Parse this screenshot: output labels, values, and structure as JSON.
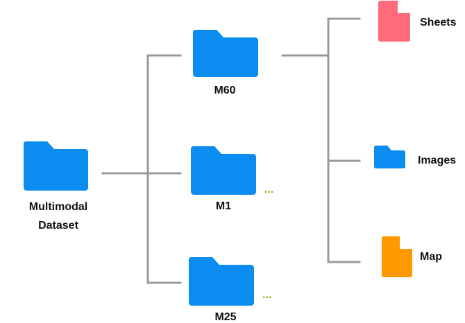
{
  "root": {
    "label_line1": "Multimodal",
    "label_line2": "Dataset",
    "icon": "folder-icon"
  },
  "folders": [
    {
      "label": "M60",
      "icon": "folder-icon",
      "expanded": true
    },
    {
      "label": "M1",
      "icon": "folder-icon",
      "ellipsis": "..."
    },
    {
      "label": "M25",
      "icon": "folder-icon",
      "ellipsis": "..."
    }
  ],
  "files": [
    {
      "label": "Sheets",
      "icon": "document-icon"
    },
    {
      "label": "Images",
      "icon": "folder-icon"
    },
    {
      "label": "Map",
      "icon": "document-icon"
    }
  ],
  "colors": {
    "folder": "#0a8cf0",
    "sheets": "#ff6b7a",
    "map": "#ff9900",
    "connector": "#9a9a9a",
    "ellipsis": "#8ab000"
  }
}
